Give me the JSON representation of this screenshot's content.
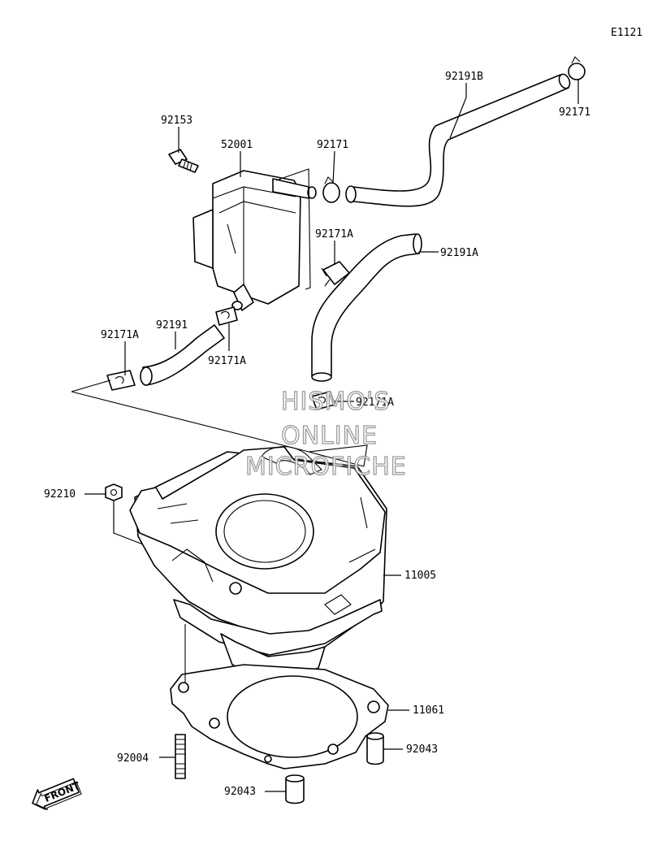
{
  "diagram_id": "E1121",
  "callouts": {
    "p92191B": "92191B",
    "p92171_top": "92171",
    "p92153": "92153",
    "p52001": "52001",
    "p92171_mid": "92171",
    "p92171A_1": "92171A",
    "p92191A": "92191A",
    "p92171A_2": "92171A",
    "p92191": "92191",
    "p92171A_3": "92171A",
    "p92171A_4": "92171A",
    "p92210": "92210",
    "p11005": "11005",
    "p11061": "11061",
    "p92043_a": "92043",
    "p92004": "92004",
    "p92043_b": "92043"
  },
  "watermark": {
    "line1": "HISMO'S",
    "line2": "ONLINE",
    "line3": "MICROFICHE"
  },
  "front_badge": "FRONT"
}
